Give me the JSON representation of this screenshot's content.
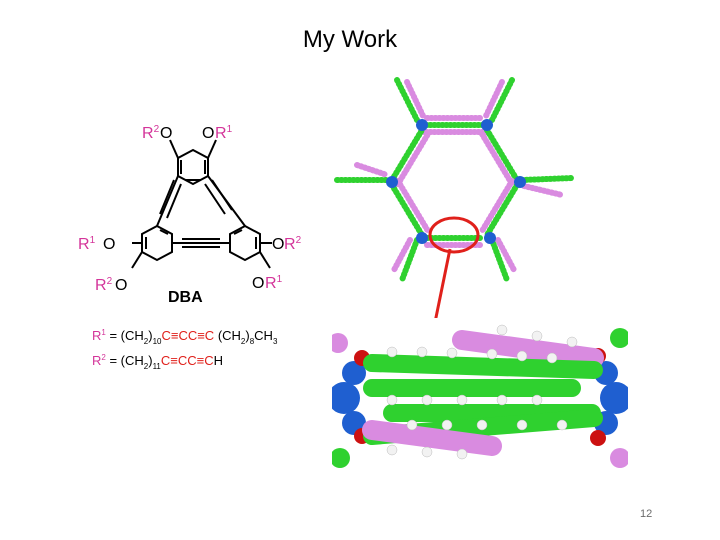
{
  "slide": {
    "title": "My Work",
    "page_number": "12"
  },
  "structure": {
    "labels": {
      "r2": "R",
      "r1": "R",
      "o": "O",
      "sup1": "1",
      "sup2": "2",
      "dba": "DBA"
    },
    "formula_r1": {
      "lead": "R",
      "sup": "1",
      "eq": " = (CH",
      "sub2": "2",
      "close": ")",
      "n10": "10",
      "diyne": "C≡CC≡C",
      "mid": " (CH",
      "sub2b": "2",
      "close2": ")",
      "n8": "8",
      "tail": "CH",
      "sub3": "3"
    },
    "formula_r2": {
      "lead": "R",
      "sup": "2",
      "eq": " = (CH",
      "sub2": "2",
      "close": ")",
      "n11": "11",
      "diyne": "C≡CC≡C",
      "tail": "H"
    }
  },
  "colors": {
    "r_group": "#d4359a",
    "diyne": "#e0201b",
    "core_blue": "#1f5fd0",
    "chain_green": "#2fd12f",
    "chain_violet": "#d98be0",
    "arrow_red": "#e0201b",
    "oxygen_red": "#cc1111"
  }
}
